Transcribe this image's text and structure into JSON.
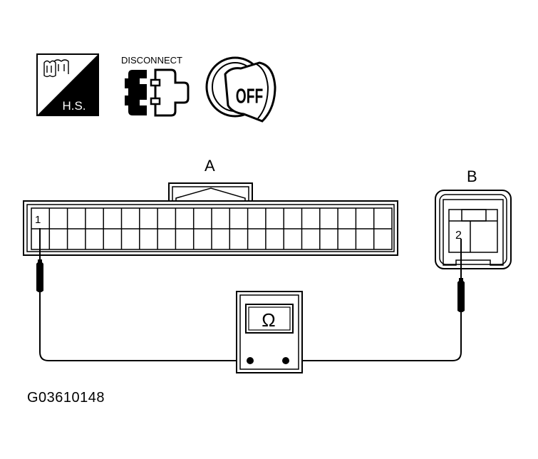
{
  "icons": {
    "hs": {
      "text": "H.S.",
      "name": "harness-service-icon"
    },
    "disconnect": {
      "text": "DISCONNECT",
      "name": "connector-disconnect-icon"
    },
    "ignition": {
      "text": "OFF",
      "name": "ignition-key-off-icon"
    }
  },
  "connectors": {
    "a": {
      "label": "A",
      "pin": "1"
    },
    "b": {
      "label": "B",
      "pin": "2"
    }
  },
  "meter": {
    "symbol": "Ω",
    "name": "ohmmeter"
  },
  "figure_code": "G03610148"
}
